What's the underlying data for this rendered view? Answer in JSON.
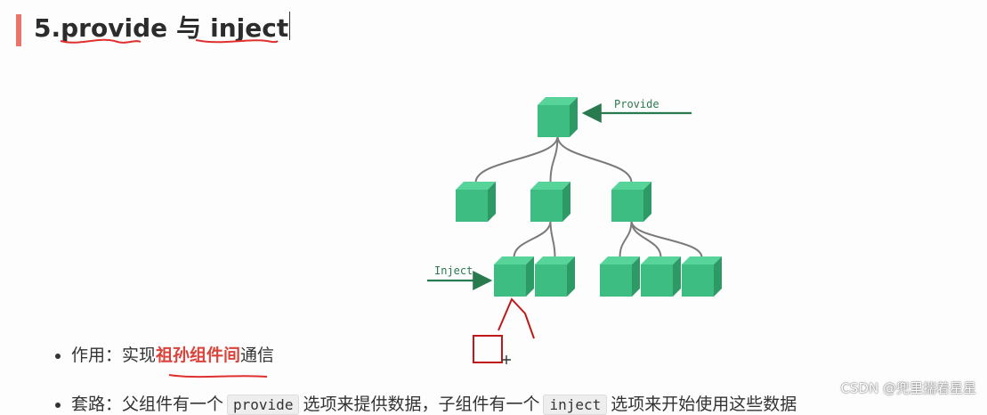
{
  "heading": {
    "number": "5.",
    "provide": "provide",
    "sep": "与",
    "inject": "inject"
  },
  "diagram": {
    "provide_label": "Provide",
    "inject_label": "Inject",
    "cube_color": "#3dbd82",
    "arrow_color": "#2a7a50",
    "line_color": "#7a7a7a"
  },
  "bullets": [
    {
      "pre": "作用：实现",
      "highlight": "祖孙组件间",
      "post": "通信"
    },
    {
      "pre": "套路：父组件有一个",
      "code1": "provide",
      "mid": "选项来提供数据，子组件有一个",
      "code2": "inject",
      "post": "选项来开始使用这些数据"
    }
  ],
  "watermark": "CSDN @兜里揣着星星"
}
